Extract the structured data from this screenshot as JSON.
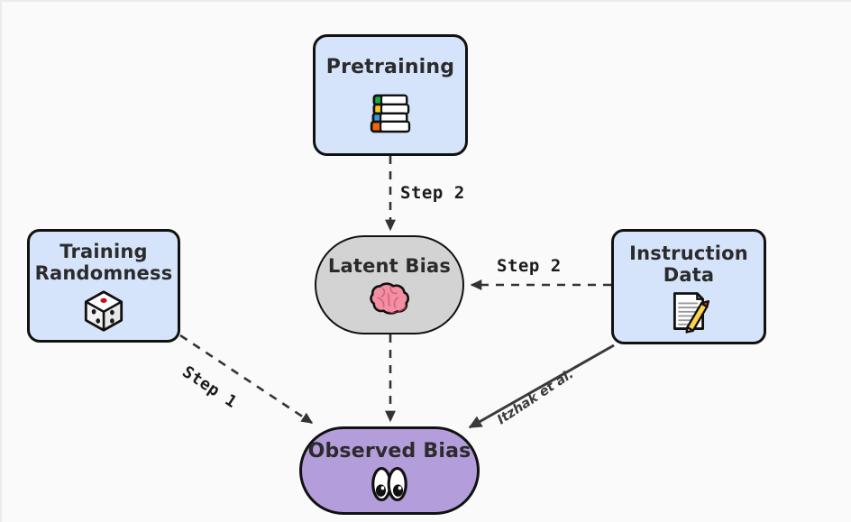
{
  "diagram": {
    "title": "Bias propagation flow diagram",
    "background_color": "#fafafa",
    "nodes": [
      {
        "id": "pretraining",
        "label": "Pretraining",
        "icon": "books-icon",
        "shape": "rounded-rect",
        "fill": "#d6e4fb",
        "stroke": "#111111"
      },
      {
        "id": "training-randomness",
        "label": "Training\nRandomness",
        "icon": "game-die-icon",
        "shape": "rounded-rect",
        "fill": "#d6e4fb",
        "stroke": "#111111"
      },
      {
        "id": "instruction-data",
        "label": "Instruction\nData",
        "icon": "memo-pencil-icon",
        "shape": "rounded-rect",
        "fill": "#d6e4fb",
        "stroke": "#111111"
      },
      {
        "id": "latent-bias",
        "label": "Latent Bias",
        "icon": "brain-icon",
        "shape": "stadium",
        "fill": "#d3d3d3",
        "stroke": "#333333"
      },
      {
        "id": "observed-bias",
        "label": "Observed Bias",
        "icon": "eyes-icon",
        "shape": "stadium",
        "fill": "#b39ddb",
        "stroke": "#111111"
      }
    ],
    "edges": [
      {
        "id": "pretraining-to-latent",
        "from": "pretraining",
        "to": "latent-bias",
        "label": "Step 2",
        "style": "dashed",
        "color": "#333333"
      },
      {
        "id": "instruction-to-latent",
        "from": "instruction-data",
        "to": "latent-bias",
        "label": "Step 2",
        "style": "dashed",
        "color": "#333333"
      },
      {
        "id": "randomness-to-observed",
        "from": "training-randomness",
        "to": "observed-bias",
        "label": "Step 1",
        "style": "dashed",
        "color": "#333333"
      },
      {
        "id": "latent-to-observed",
        "from": "latent-bias",
        "to": "observed-bias",
        "label": "",
        "style": "dashed",
        "color": "#333333"
      },
      {
        "id": "instruction-to-observed",
        "from": "instruction-data",
        "to": "observed-bias",
        "label": "Itzhak et al.",
        "style": "solid",
        "color": "#3a3a3a"
      }
    ]
  }
}
